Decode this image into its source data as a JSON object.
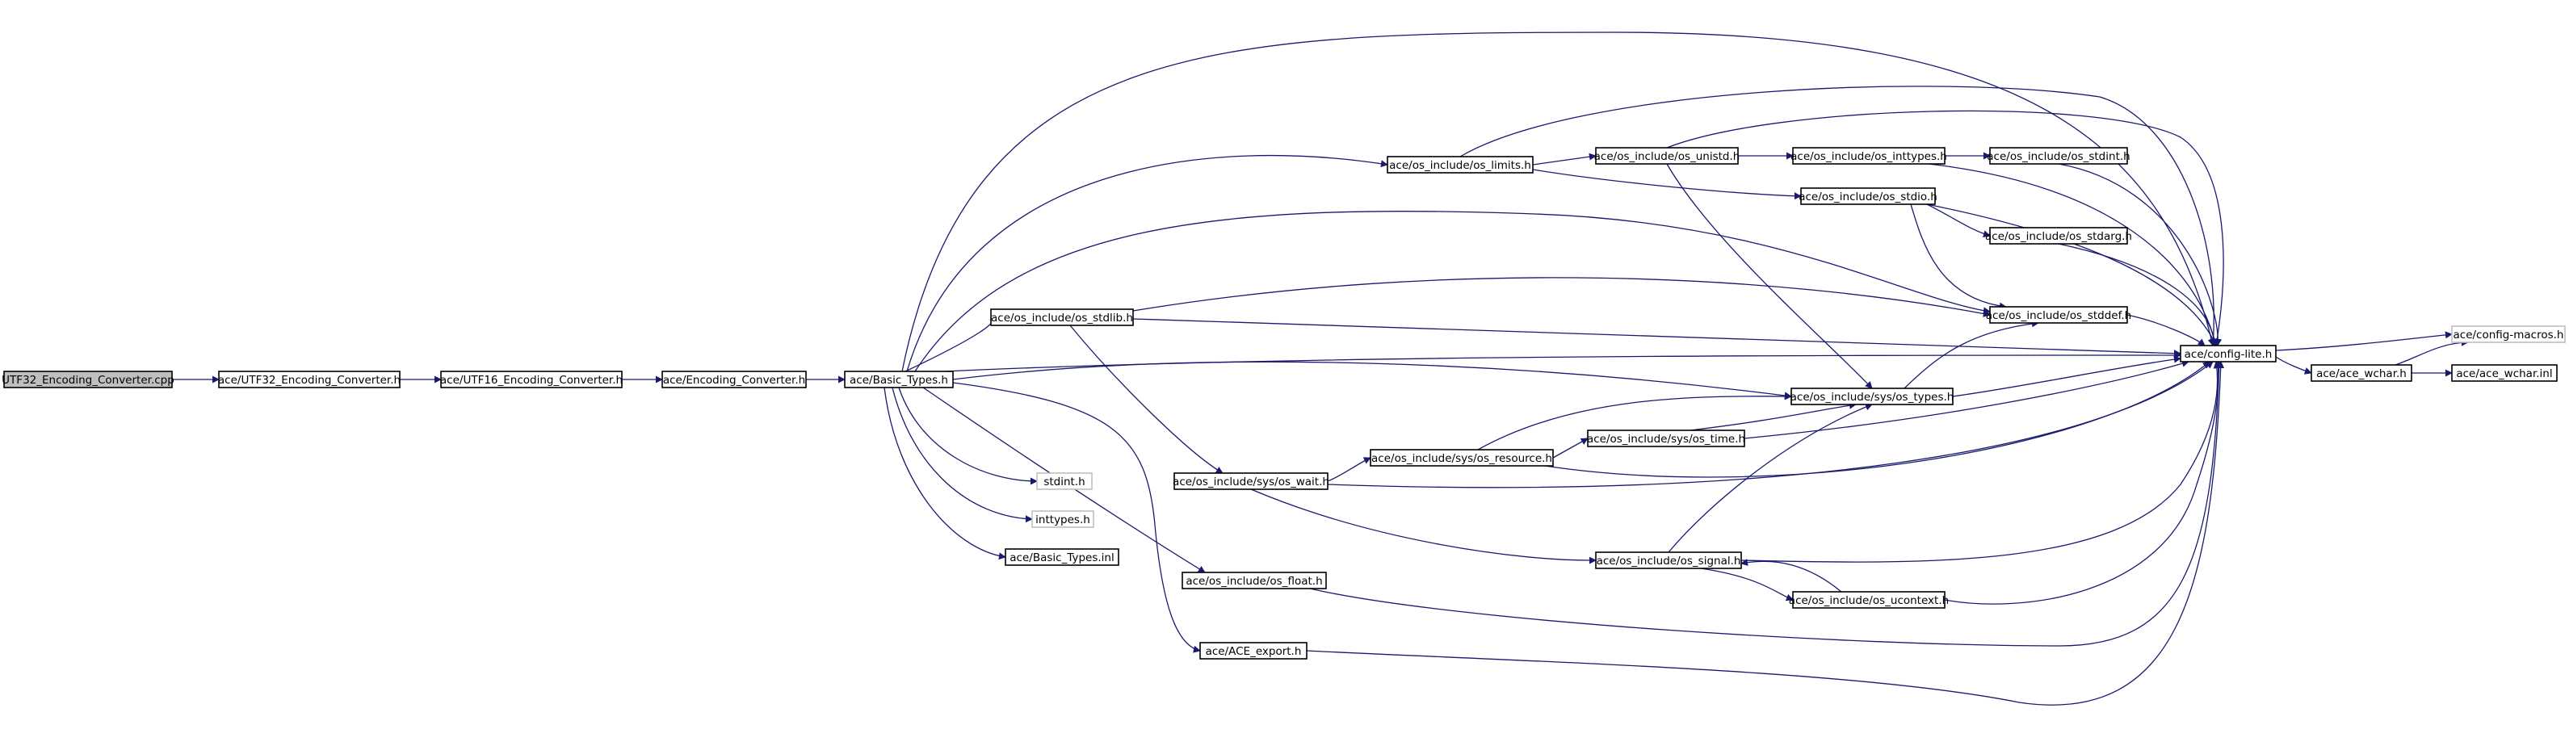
{
  "colors": {
    "edge": "#191970",
    "node_border": "#000000",
    "node_border_missing": "#bfbfbf",
    "root_fill": "#bfbfbf",
    "node_fill": "#ffffff",
    "text": "#000000"
  },
  "graph": {
    "nodes": [
      {
        "id": "root",
        "label": "UTF32_Encoding_Converter.cpp",
        "kind": "root"
      },
      {
        "id": "utf32h",
        "label": "ace/UTF32_Encoding_Converter.h",
        "kind": "normal"
      },
      {
        "id": "utf16h",
        "label": "ace/UTF16_Encoding_Converter.h",
        "kind": "normal"
      },
      {
        "id": "ench",
        "label": "ace/Encoding_Converter.h",
        "kind": "normal"
      },
      {
        "id": "basic",
        "label": "ace/Basic_Types.h",
        "kind": "normal"
      },
      {
        "id": "stdlib",
        "label": "ace/os_include/os_stdlib.h",
        "kind": "normal"
      },
      {
        "id": "stdinth",
        "label": "stdint.h",
        "kind": "missing"
      },
      {
        "id": "inttypesh",
        "label": "inttypes.h",
        "kind": "missing"
      },
      {
        "id": "basicinl",
        "label": "ace/Basic_Types.inl",
        "kind": "normal"
      },
      {
        "id": "limits",
        "label": "ace/os_include/os_limits.h",
        "kind": "normal"
      },
      {
        "id": "wait",
        "label": "ace/os_include/sys/os_wait.h",
        "kind": "normal"
      },
      {
        "id": "float",
        "label": "ace/os_include/os_float.h",
        "kind": "normal"
      },
      {
        "id": "export",
        "label": "ace/ACE_export.h",
        "kind": "normal"
      },
      {
        "id": "unistd",
        "label": "ace/os_include/os_unistd.h",
        "kind": "normal"
      },
      {
        "id": "inttypes",
        "label": "ace/os_include/os_inttypes.h",
        "kind": "normal"
      },
      {
        "id": "osstdint",
        "label": "ace/os_include/os_stdint.h",
        "kind": "normal"
      },
      {
        "id": "stdio",
        "label": "ace/os_include/os_stdio.h",
        "kind": "normal"
      },
      {
        "id": "stdarg",
        "label": "ace/os_include/os_stdarg.h",
        "kind": "normal"
      },
      {
        "id": "stddef",
        "label": "ace/os_include/os_stddef.h",
        "kind": "normal"
      },
      {
        "id": "resource",
        "label": "ace/os_include/sys/os_resource.h",
        "kind": "normal"
      },
      {
        "id": "systime",
        "label": "ace/os_include/sys/os_time.h",
        "kind": "normal"
      },
      {
        "id": "systypes",
        "label": "ace/os_include/sys/os_types.h",
        "kind": "normal"
      },
      {
        "id": "signal",
        "label": "ace/os_include/os_signal.h",
        "kind": "normal"
      },
      {
        "id": "ucontext",
        "label": "ace/os_include/os_ucontext.h",
        "kind": "normal"
      },
      {
        "id": "configlite",
        "label": "ace/config-lite.h",
        "kind": "normal"
      },
      {
        "id": "configmacros",
        "label": "ace/config-macros.h",
        "kind": "missing"
      },
      {
        "id": "wchar",
        "label": "ace/ace_wchar.h",
        "kind": "normal"
      },
      {
        "id": "wcharinl",
        "label": "ace/ace_wchar.inl",
        "kind": "normal"
      }
    ],
    "edges": [
      {
        "from": "root",
        "to": "utf32h"
      },
      {
        "from": "utf32h",
        "to": "utf16h"
      },
      {
        "from": "utf16h",
        "to": "ench"
      },
      {
        "from": "ench",
        "to": "basic"
      },
      {
        "from": "basic",
        "to": "stdlib"
      },
      {
        "from": "basic",
        "to": "stdinth"
      },
      {
        "from": "basic",
        "to": "inttypesh"
      },
      {
        "from": "basic",
        "to": "basicinl"
      },
      {
        "from": "basic",
        "to": "limits"
      },
      {
        "from": "basic",
        "to": "float"
      },
      {
        "from": "basic",
        "to": "export"
      },
      {
        "from": "basic",
        "to": "stddef"
      },
      {
        "from": "basic",
        "to": "systypes"
      },
      {
        "from": "basic",
        "to": "configlite"
      },
      {
        "from": "basic",
        "to": "configlite"
      },
      {
        "from": "stdlib",
        "to": "wait"
      },
      {
        "from": "stdlib",
        "to": "stddef"
      },
      {
        "from": "stdlib",
        "to": "configlite"
      },
      {
        "from": "limits",
        "to": "unistd"
      },
      {
        "from": "limits",
        "to": "stdio"
      },
      {
        "from": "limits",
        "to": "configlite"
      },
      {
        "from": "unistd",
        "to": "inttypes"
      },
      {
        "from": "unistd",
        "to": "systypes"
      },
      {
        "from": "unistd",
        "to": "configlite"
      },
      {
        "from": "inttypes",
        "to": "osstdint"
      },
      {
        "from": "inttypes",
        "to": "configlite"
      },
      {
        "from": "osstdint",
        "to": "configlite"
      },
      {
        "from": "stdio",
        "to": "stdarg"
      },
      {
        "from": "stdio",
        "to": "stddef"
      },
      {
        "from": "stdio",
        "to": "configlite"
      },
      {
        "from": "stdarg",
        "to": "configlite"
      },
      {
        "from": "stddef",
        "to": "configlite"
      },
      {
        "from": "wait",
        "to": "resource"
      },
      {
        "from": "wait",
        "to": "signal"
      },
      {
        "from": "wait",
        "to": "configlite"
      },
      {
        "from": "resource",
        "to": "systime"
      },
      {
        "from": "resource",
        "to": "systypes"
      },
      {
        "from": "resource",
        "to": "configlite"
      },
      {
        "from": "systime",
        "to": "systypes"
      },
      {
        "from": "systime",
        "to": "configlite"
      },
      {
        "from": "systypes",
        "to": "stddef"
      },
      {
        "from": "systypes",
        "to": "configlite"
      },
      {
        "from": "signal",
        "to": "systypes"
      },
      {
        "from": "signal",
        "to": "ucontext"
      },
      {
        "from": "signal",
        "to": "configlite"
      },
      {
        "from": "ucontext",
        "to": "signal"
      },
      {
        "from": "ucontext",
        "to": "configlite"
      },
      {
        "from": "float",
        "to": "configlite"
      },
      {
        "from": "export",
        "to": "configlite"
      },
      {
        "from": "configlite",
        "to": "configmacros"
      },
      {
        "from": "configlite",
        "to": "wchar"
      },
      {
        "from": "wchar",
        "to": "configmacros"
      },
      {
        "from": "wchar",
        "to": "wcharinl"
      }
    ]
  }
}
